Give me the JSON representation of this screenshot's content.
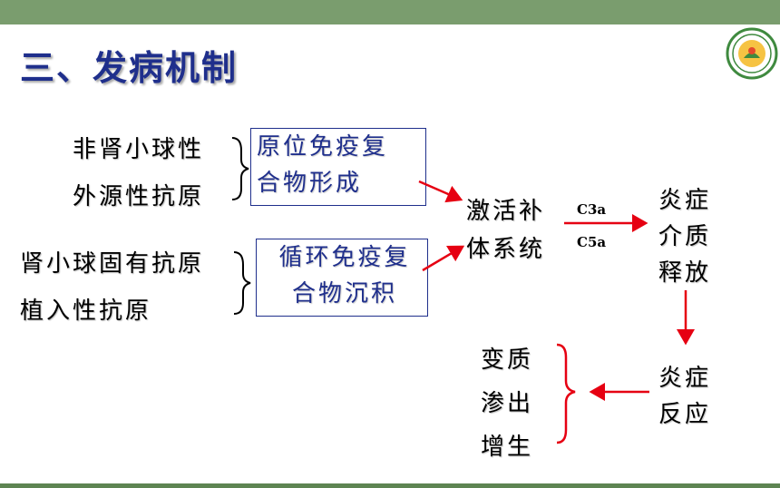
{
  "title": "三、发病机制",
  "logo": {
    "icon": "school-emblem-icon"
  },
  "sources": {
    "group1": [
      "非肾小球性",
      "外源性抗原"
    ],
    "group2": [
      "肾小球固有抗原",
      "植入性抗原"
    ]
  },
  "boxes": {
    "in_situ": [
      "原位免疫复",
      "合物形成"
    ],
    "circulating": [
      "循环免疫复",
      "合物沉积"
    ]
  },
  "complement": [
    "激活补",
    "体系统"
  ],
  "mediators_label_top": "C3a",
  "mediators_label_bottom": "C5a",
  "mediators": [
    "炎症",
    "介质",
    "释放"
  ],
  "reaction": [
    "炎症",
    "反应"
  ],
  "outcomes": [
    "变质",
    "渗出",
    "增生"
  ],
  "colors": {
    "title": "#1f2f8c",
    "box_border": "#1f2f8c",
    "arrow": "#e60012",
    "brace": "#e60012",
    "top_bar": "#7a9d6e"
  }
}
